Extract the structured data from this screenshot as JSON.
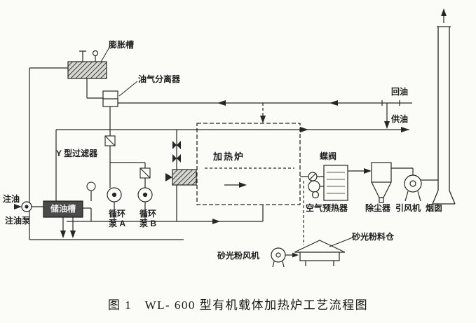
{
  "figure": {
    "caption": "图 1　WL- 600 型有机载体加热炉工艺流程图"
  },
  "labels": {
    "expansion_tank": "膨胀槽",
    "oil_gas_separator": "油气分离器",
    "return_oil": "回油",
    "supply_oil": "供油",
    "y_filter": "Y 型过滤器",
    "furnace": "加热炉",
    "butterfly_valve": "蝶阀",
    "oil_inject": "注油",
    "storage_tank": "储油槽",
    "inject_pump": "注油泵",
    "pump_a": "循环\n泵 A",
    "pump_b": "循环\n泵 B",
    "air_preheater": "空气预热器",
    "dust_collector": "除尘器",
    "draft_fan": "引风机",
    "chimney": "烟囱",
    "sanding_fan": "砂光粉风机",
    "sanding_silo": "砂光粉料仓"
  },
  "colors": {
    "ink": "#262626",
    "paper": "#fbfbf8"
  }
}
